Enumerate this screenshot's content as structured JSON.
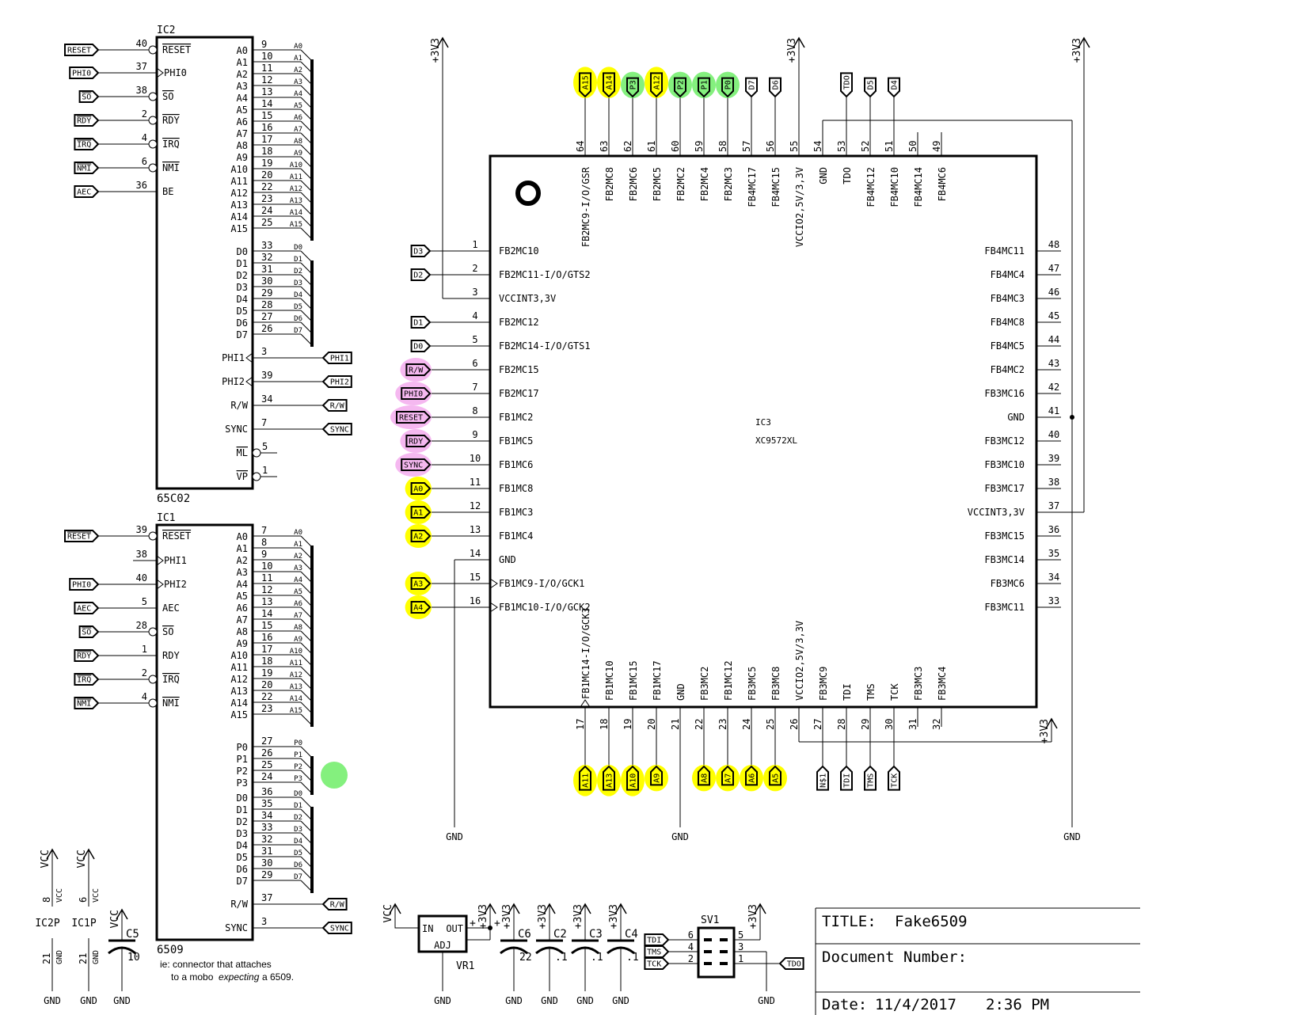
{
  "colors": {
    "address_highlight": "#ffff00",
    "control_highlight": "#f5b8f0",
    "port_highlight": "#84f07e",
    "ink": "#000000"
  },
  "power": {
    "v3": "+3V3",
    "vcc": "VCC",
    "gnd": "GND"
  },
  "ic2": {
    "ref": "IC2",
    "part": "65C02",
    "left": [
      {
        "num": "40",
        "name": "RESET",
        "net": "RESET",
        "bar": true,
        "inv": true,
        "netbar": false
      },
      {
        "num": "37",
        "name": "PHI0",
        "net": "PHI0",
        "clk": true
      },
      {
        "num": "38",
        "name": "SO",
        "net": "SO",
        "bar": true,
        "inv": true,
        "netbar": true
      },
      {
        "num": "2",
        "name": "RDY",
        "net": "RDY",
        "bar": true,
        "inv": true,
        "netbar": true
      },
      {
        "num": "4",
        "name": "IRQ",
        "net": "IRQ",
        "bar": true,
        "inv": true,
        "netbar": true
      },
      {
        "num": "6",
        "name": "NMI",
        "net": "NMI",
        "bar": true,
        "inv": true,
        "netbar": true
      },
      {
        "num": "36",
        "name": "BE",
        "net": "AEC"
      }
    ],
    "addr": [
      {
        "num": "9",
        "name": "A0",
        "net": "A0"
      },
      {
        "num": "10",
        "name": "A1",
        "net": "A1"
      },
      {
        "num": "11",
        "name": "A2",
        "net": "A2"
      },
      {
        "num": "12",
        "name": "A3",
        "net": "A3"
      },
      {
        "num": "13",
        "name": "A4",
        "net": "A4"
      },
      {
        "num": "14",
        "name": "A5",
        "net": "A5"
      },
      {
        "num": "15",
        "name": "A6",
        "net": "A6"
      },
      {
        "num": "16",
        "name": "A7",
        "net": "A7"
      },
      {
        "num": "17",
        "name": "A8",
        "net": "A8"
      },
      {
        "num": "18",
        "name": "A9",
        "net": "A9"
      },
      {
        "num": "19",
        "name": "A10",
        "net": "A10"
      },
      {
        "num": "20",
        "name": "A11",
        "net": "A11"
      },
      {
        "num": "22",
        "name": "A12",
        "net": "A12"
      },
      {
        "num": "23",
        "name": "A13",
        "net": "A13"
      },
      {
        "num": "24",
        "name": "A14",
        "net": "A14"
      },
      {
        "num": "25",
        "name": "A15",
        "net": "A15"
      }
    ],
    "data": [
      {
        "num": "33",
        "name": "D0",
        "net": "D0"
      },
      {
        "num": "32",
        "name": "D1",
        "net": "D1"
      },
      {
        "num": "31",
        "name": "D2",
        "net": "D2"
      },
      {
        "num": "30",
        "name": "D3",
        "net": "D3"
      },
      {
        "num": "29",
        "name": "D4",
        "net": "D4"
      },
      {
        "num": "28",
        "name": "D5",
        "net": "D5"
      },
      {
        "num": "27",
        "name": "D6",
        "net": "D6"
      },
      {
        "num": "26",
        "name": "D7",
        "net": "D7"
      }
    ],
    "right": [
      {
        "num": "3",
        "name": "PHI1",
        "net": "PHI1",
        "clkout": true
      },
      {
        "num": "39",
        "name": "PHI2",
        "net": "PHI2",
        "clkout": true
      },
      {
        "num": "34",
        "name": "R/W",
        "net": "R/W"
      },
      {
        "num": "7",
        "name": "SYNC",
        "net": "SYNC"
      },
      {
        "num": "5",
        "name": "ML",
        "inv": true,
        "bar": true
      },
      {
        "num": "1",
        "name": "VP",
        "inv": true,
        "bar": true
      }
    ]
  },
  "ic1": {
    "ref": "IC1",
    "part": "6509",
    "left": [
      {
        "num": "39",
        "name": "RESET",
        "net": "RESET",
        "bar": true,
        "inv": true,
        "netbar": true
      },
      {
        "num": "38",
        "name": "PHI1",
        "clk": true
      },
      {
        "num": "40",
        "name": "PHI2",
        "net": "PHI0",
        "clk": true
      },
      {
        "num": "5",
        "name": "AEC",
        "net": "AEC"
      },
      {
        "num": "28",
        "name": "SO",
        "net": "SO",
        "bar": true,
        "inv": true,
        "netbar": true
      },
      {
        "num": "1",
        "name": "RDY",
        "net": "RDY",
        "netbar": true
      },
      {
        "num": "2",
        "name": "IRQ",
        "net": "IRQ",
        "bar": true,
        "inv": true,
        "netbar": true
      },
      {
        "num": "4",
        "name": "NMI",
        "net": "NMI",
        "bar": true,
        "inv": true,
        "netbar": true
      }
    ],
    "addr": [
      {
        "num": "7",
        "name": "A0",
        "net": "A0"
      },
      {
        "num": "8",
        "name": "A1",
        "net": "A1"
      },
      {
        "num": "9",
        "name": "A2",
        "net": "A2"
      },
      {
        "num": "10",
        "name": "A3",
        "net": "A3"
      },
      {
        "num": "11",
        "name": "A4",
        "net": "A4"
      },
      {
        "num": "12",
        "name": "A5",
        "net": "A5"
      },
      {
        "num": "13",
        "name": "A6",
        "net": "A6"
      },
      {
        "num": "14",
        "name": "A7",
        "net": "A7"
      },
      {
        "num": "15",
        "name": "A8",
        "net": "A8"
      },
      {
        "num": "16",
        "name": "A9",
        "net": "A9"
      },
      {
        "num": "17",
        "name": "A10",
        "net": "A10"
      },
      {
        "num": "18",
        "name": "A11",
        "net": "A11"
      },
      {
        "num": "19",
        "name": "A12",
        "net": "A12"
      },
      {
        "num": "20",
        "name": "A13",
        "net": "A13"
      },
      {
        "num": "22",
        "name": "A14",
        "net": "A14"
      },
      {
        "num": "23",
        "name": "A15",
        "net": "A15"
      }
    ],
    "port": [
      {
        "num": "27",
        "name": "P0",
        "net": "P0"
      },
      {
        "num": "26",
        "name": "P1",
        "net": "P1"
      },
      {
        "num": "25",
        "name": "P2",
        "net": "P2"
      },
      {
        "num": "24",
        "name": "P3",
        "net": "P3"
      }
    ],
    "data": [
      {
        "num": "36",
        "name": "D0",
        "net": "D0"
      },
      {
        "num": "35",
        "name": "D1",
        "net": "D1"
      },
      {
        "num": "34",
        "name": "D2",
        "net": "D2"
      },
      {
        "num": "33",
        "name": "D3",
        "net": "D3"
      },
      {
        "num": "32",
        "name": "D4",
        "net": "D4"
      },
      {
        "num": "31",
        "name": "D5",
        "net": "D5"
      },
      {
        "num": "30",
        "name": "D6",
        "net": "D6"
      },
      {
        "num": "29",
        "name": "D7",
        "net": "D7"
      }
    ],
    "right": [
      {
        "num": "37",
        "name": "R/W",
        "net": "R/W"
      },
      {
        "num": "3",
        "name": "SYNC",
        "net": "SYNC"
      }
    ],
    "note": {
      "line1": "ie: connector that attaches",
      "line2a": "to a mobo ",
      "line2b": "expecting",
      "line2c": " a 6509."
    }
  },
  "ic3": {
    "ref": "IC3",
    "part": "XC9572XL",
    "left": [
      {
        "num": "1",
        "name": "FB2MC10",
        "net": "D3"
      },
      {
        "num": "2",
        "name": "FB2MC11-I/O/GTS2",
        "net": "D2"
      },
      {
        "num": "3",
        "name": "VCCINT3,3V"
      },
      {
        "num": "4",
        "name": "FB2MC12",
        "net": "D1"
      },
      {
        "num": "5",
        "name": "FB2MC14-I/O/GTS1",
        "net": "D0"
      },
      {
        "num": "6",
        "name": "FB2MC15",
        "net": "R/W",
        "hl": "control"
      },
      {
        "num": "7",
        "name": "FB2MC17",
        "net": "PHI0",
        "hl": "control"
      },
      {
        "num": "8",
        "name": "FB1MC2",
        "net": "RESET",
        "hl": "control"
      },
      {
        "num": "9",
        "name": "FB1MC5",
        "net": "RDY",
        "hl": "control"
      },
      {
        "num": "10",
        "name": "FB1MC6",
        "net": "SYNC",
        "hl": "control"
      },
      {
        "num": "11",
        "name": "FB1MC8",
        "net": "A0",
        "hl": "address"
      },
      {
        "num": "12",
        "name": "FB1MC3",
        "net": "A1",
        "hl": "address"
      },
      {
        "num": "13",
        "name": "FB1MC4",
        "net": "A2",
        "hl": "address"
      },
      {
        "num": "14",
        "name": "GND"
      },
      {
        "num": "15",
        "name": "FB1MC9-I/O/GCK1",
        "net": "A3",
        "hl": "address",
        "clk": true
      },
      {
        "num": "16",
        "name": "FB1MC10-I/O/GCK2",
        "net": "A4",
        "hl": "address",
        "clk": true
      }
    ],
    "right": [
      {
        "num": "48",
        "name": "FB4MC11"
      },
      {
        "num": "47",
        "name": "FB4MC4"
      },
      {
        "num": "46",
        "name": "FB4MC3"
      },
      {
        "num": "45",
        "name": "FB4MC8"
      },
      {
        "num": "44",
        "name": "FB4MC5"
      },
      {
        "num": "43",
        "name": "FB4MC2"
      },
      {
        "num": "42",
        "name": "FB3MC16"
      },
      {
        "num": "41",
        "name": "GND"
      },
      {
        "num": "40",
        "name": "FB3MC12"
      },
      {
        "num": "39",
        "name": "FB3MC10"
      },
      {
        "num": "38",
        "name": "FB3MC17"
      },
      {
        "num": "37",
        "name": "VCCINT3,3V"
      },
      {
        "num": "36",
        "name": "FB3MC15"
      },
      {
        "num": "35",
        "name": "FB3MC14"
      },
      {
        "num": "34",
        "name": "FB3MC6"
      },
      {
        "num": "33",
        "name": "FB3MC11"
      }
    ],
    "top": [
      {
        "num": "64",
        "name": "FB2MC9-I/O/GSR",
        "net": "A15",
        "hl": "address"
      },
      {
        "num": "63",
        "name": "FB2MC8",
        "net": "A14",
        "hl": "address"
      },
      {
        "num": "62",
        "name": "FB2MC6",
        "net": "P3",
        "hl": "port"
      },
      {
        "num": "61",
        "name": "FB2MC5",
        "net": "A12",
        "hl": "address"
      },
      {
        "num": "60",
        "name": "FB2MC2",
        "net": "P2",
        "hl": "port"
      },
      {
        "num": "59",
        "name": "FB2MC4",
        "net": "P1",
        "hl": "port"
      },
      {
        "num": "58",
        "name": "FB2MC3",
        "net": "P0",
        "hl": "port"
      },
      {
        "num": "57",
        "name": "FB4MC17",
        "net": "D7"
      },
      {
        "num": "56",
        "name": "FB4MC15",
        "net": "D6"
      },
      {
        "num": "55",
        "name": "VCCIO2,5V/3,3V"
      },
      {
        "num": "54",
        "name": "GND"
      },
      {
        "num": "53",
        "name": "TDO",
        "net": "TDO"
      },
      {
        "num": "52",
        "name": "FB4MC12",
        "net": "D5"
      },
      {
        "num": "51",
        "name": "FB4MC10",
        "net": "D4"
      },
      {
        "num": "50",
        "name": "FB4MC14"
      },
      {
        "num": "49",
        "name": "FB4MC6"
      }
    ],
    "bottom": [
      {
        "num": "17",
        "name": "FB1MC14-I/O/GCK3",
        "net": "A11",
        "hl": "address",
        "clk": true
      },
      {
        "num": "18",
        "name": "FB1MC10",
        "net": "A13",
        "hl": "address"
      },
      {
        "num": "19",
        "name": "FB1MC15",
        "net": "A10",
        "hl": "address"
      },
      {
        "num": "20",
        "name": "FB1MC17",
        "net": "A9",
        "hl": "address"
      },
      {
        "num": "21",
        "name": "GND"
      },
      {
        "num": "22",
        "name": "FB3MC2",
        "net": "A8",
        "hl": "address"
      },
      {
        "num": "23",
        "name": "FB1MC12",
        "net": "A7",
        "hl": "address"
      },
      {
        "num": "24",
        "name": "FB3MC5",
        "net": "A6",
        "hl": "address"
      },
      {
        "num": "25",
        "name": "FB3MC8",
        "net": "A5",
        "hl": "address"
      },
      {
        "num": "26",
        "name": "VCCIO2,5V/3,3V"
      },
      {
        "num": "27",
        "name": "FB3MC9",
        "net": "N$1"
      },
      {
        "num": "28",
        "name": "TDI",
        "net": "TDI"
      },
      {
        "num": "29",
        "name": "TMS",
        "net": "TMS"
      },
      {
        "num": "30",
        "name": "TCK",
        "net": "TCK"
      },
      {
        "num": "31",
        "name": "FB3MC3"
      },
      {
        "num": "32",
        "name": "FB3MC4"
      }
    ]
  },
  "power_pins": {
    "ic2p": {
      "ref": "IC2P",
      "vcc_num": "8",
      "vcc_name": "VCC",
      "gnd_num": "21",
      "gnd_name": "GND"
    },
    "ic1p": {
      "ref": "IC1P",
      "vcc_num": "6",
      "vcc_name": "VCC",
      "gnd_num": "21",
      "gnd_name": "GND"
    }
  },
  "caps": [
    {
      "ref": "C5",
      "value": "10"
    },
    {
      "ref": "C6",
      "value": "22"
    },
    {
      "ref": "C2",
      "value": ".1"
    },
    {
      "ref": "C3",
      "value": ".1"
    },
    {
      "ref": "C4",
      "value": ".1"
    }
  ],
  "vr1": {
    "ref": "VR1",
    "in": "IN",
    "out": "OUT",
    "adj": "ADJ",
    "plus": "+"
  },
  "sv1": {
    "ref": "SV1",
    "left": [
      {
        "num": "6",
        "net": "TDI"
      },
      {
        "num": "4",
        "net": "TMS"
      },
      {
        "num": "2",
        "net": "TCK"
      }
    ],
    "right": [
      {
        "num": "5"
      },
      {
        "num": "3"
      },
      {
        "num": "1",
        "net": "TDO"
      }
    ]
  },
  "title_block": {
    "title_label": "TITLE:",
    "title": "Fake6509",
    "doc_label": "Document Number:",
    "date_label": "Date:",
    "date": "11/4/2017",
    "time": "2:36 PM"
  }
}
